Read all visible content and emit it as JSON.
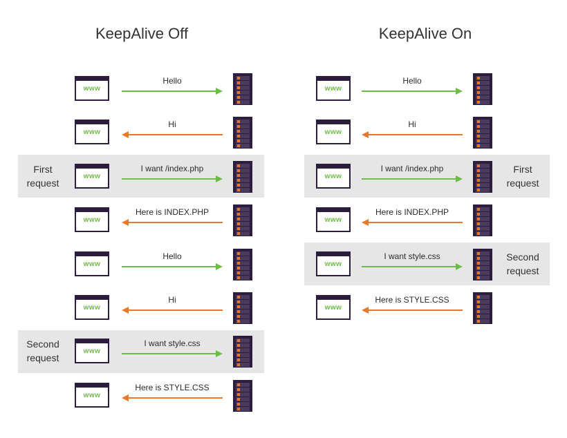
{
  "panels": [
    {
      "title": "KeepAlive Off",
      "notes": [
        {
          "line1": "First",
          "line2": "request"
        },
        {
          "line1": "Second",
          "line2": "request"
        }
      ],
      "rows": [
        {
          "label": "Hello",
          "direction": "to-server",
          "color": "#6cbd45"
        },
        {
          "label": "Hi",
          "direction": "to-browser",
          "color": "#e8792b"
        },
        {
          "label": "I want /index.php",
          "direction": "to-server",
          "color": "#6cbd45"
        },
        {
          "label": "Here is INDEX.PHP",
          "direction": "to-browser",
          "color": "#e8792b"
        },
        {
          "label": "Hello",
          "direction": "to-server",
          "color": "#6cbd45"
        },
        {
          "label": "Hi",
          "direction": "to-browser",
          "color": "#e8792b"
        },
        {
          "label": "I want style.css",
          "direction": "to-server",
          "color": "#6cbd45"
        },
        {
          "label": "Here is STYLE.CSS",
          "direction": "to-browser",
          "color": "#e8792b"
        }
      ]
    },
    {
      "title": "KeepAlive On",
      "notes": [
        {
          "line1": "First",
          "line2": "request"
        },
        {
          "line1": "Second",
          "line2": "request"
        }
      ],
      "rows": [
        {
          "label": "Hello",
          "direction": "to-server",
          "color": "#6cbd45"
        },
        {
          "label": "Hi",
          "direction": "to-browser",
          "color": "#e8792b"
        },
        {
          "label": "I want /index.php",
          "direction": "to-server",
          "color": "#6cbd45"
        },
        {
          "label": "Here is INDEX.PHP",
          "direction": "to-browser",
          "color": "#e8792b"
        },
        {
          "label": "I want style.css",
          "direction": "to-server",
          "color": "#6cbd45"
        },
        {
          "label": "Here is STYLE.CSS",
          "direction": "to-browser",
          "color": "#e8792b"
        }
      ]
    }
  ],
  "browser_icon_text": "www",
  "colors": {
    "request": "#6cbd45",
    "response": "#e8792b",
    "icon_dark": "#2c1c3d",
    "highlight": "#e6e6e6"
  }
}
